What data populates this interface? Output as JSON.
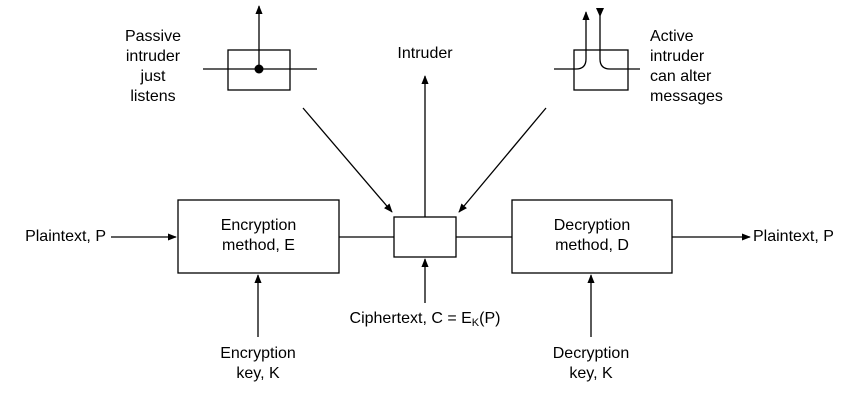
{
  "labels": {
    "passive_intruder": [
      "Passive",
      "intruder",
      "just",
      "listens"
    ],
    "intruder": "Intruder",
    "active_intruder": [
      "Active",
      "intruder",
      "can alter",
      "messages"
    ],
    "plaintext_in": "Plaintext, P",
    "plaintext_out": "Plaintext, P",
    "encryption_method": [
      "Encryption",
      "method, E"
    ],
    "decryption_method": [
      "Decryption",
      "method, D"
    ],
    "ciphertext": {
      "prefix": "Ciphertext, C = E",
      "subscript": "K",
      "suffix": "(P)"
    },
    "encryption_key": [
      "Encryption",
      "key, K"
    ],
    "decryption_key": [
      "Decryption",
      "key, K"
    ]
  },
  "colors": {
    "stroke": "#000000",
    "text": "#000000",
    "background": "#ffffff"
  }
}
